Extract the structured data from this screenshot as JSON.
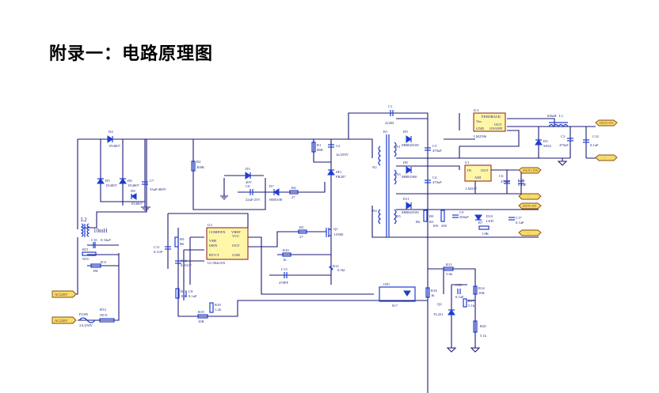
{
  "title": "附录一：电路原理图",
  "schematic": {
    "inputs": {
      "ac1": "AC220V",
      "ac2": "AC220V"
    },
    "outputs": {
      "out1": "OUT+5V",
      "gnd1": "-",
      "out2": "OUT+15V",
      "gnd2": "-",
      "out3": "OUT+5V",
      "gnd3": "-"
    },
    "parts": {
      "D4": [
        "D4",
        "1N4007"
      ],
      "D5": [
        "D5",
        "1N4007"
      ],
      "D6": [
        "D6",
        "1N4007"
      ],
      "D8": [
        "D8",
        "1N4007"
      ],
      "C7": [
        "C7",
        "33uF/400V"
      ],
      "L2": [
        "L2",
        "10mH"
      ],
      "C10": [
        "C10",
        "0.33uF"
      ],
      "RT1": [
        "RT1",
        "NTC"
      ],
      "R11a": [
        "R11",
        "1M"
      ],
      "FUSE": [
        "FUSE",
        "2A/250V"
      ],
      "RT2": [
        "RT2",
        "5D-9"
      ],
      "R2": [
        "R2",
        "300K"
      ],
      "D3": [
        "D3",
        "20V"
      ],
      "C8a": [
        "C8",
        "22uF/25V"
      ],
      "D7": [
        "D7",
        "HER108"
      ],
      "R4": [
        "R4",
        "27"
      ],
      "R1": [
        "R1",
        "68K"
      ],
      "C2": [
        "C2",
        "1n/250V"
      ],
      "SF1": [
        "SF1",
        "FR207"
      ],
      "U3": [
        "U3",
        "UC3842AN"
      ],
      "U3pins": [
        "COMP/EN",
        "VFB",
        "ISEN",
        "RT/CT",
        "VREF",
        "VCC",
        "OUT",
        "GND"
      ],
      "C11": [
        "C11",
        "0.1UF"
      ],
      "R9": [
        "R9",
        "8K"
      ],
      "C12": [
        "C12",
        "0.01UF"
      ],
      "R13": [
        "R13",
        "10K"
      ],
      "C8b": [
        "C8",
        "0.1uF"
      ],
      "R18": [
        "R18",
        "1.2k"
      ],
      "R19": [
        "R19",
        "10K"
      ],
      "R5": [
        "R5",
        "27"
      ],
      "Q1": [
        "Q1",
        "11N60"
      ],
      "R10": [
        "R10",
        "1k"
      ],
      "R12": [
        "R12",
        "0.5Ω"
      ],
      "C13": [
        "C13",
        "470PF"
      ],
      "C1": [
        "C1",
        "222M"
      ],
      "B1": [
        "B1"
      ],
      "N1": "N1",
      "N2": "N2",
      "N3": "N3",
      "N4": "N4",
      "N5": "N5",
      "D9": [
        "D9",
        "MBR20100"
      ],
      "C5": [
        "C5",
        "470uF"
      ],
      "D8b": [
        "D8",
        "MBR1060"
      ],
      "C4": [
        "C4",
        "470uF"
      ],
      "D11": [
        "D11",
        "MBR20100"
      ],
      "R6": [
        "R6"
      ],
      "R0": [
        "R0",
        "100"
      ],
      "R3": [
        "R3",
        "200"
      ],
      "C9": [
        "C9",
        "560uF"
      ],
      "D10": [
        "D10",
        "LED"
      ],
      "R7": [
        "R7",
        "1.8K"
      ],
      "C17": [
        "C17",
        "0.1uF"
      ],
      "IC1": [
        "IC1",
        "LM2596"
      ],
      "IC1pins": [
        "FEEDBACK",
        "Vin",
        "OUT",
        "GND",
        "ON/OFF"
      ],
      "L1": [
        "L1",
        "100uH"
      ],
      "D2": [
        "D2",
        "SS54"
      ],
      "C3": [
        "C3",
        "470uF"
      ],
      "C14": [
        "C14",
        "0.1uF"
      ],
      "U1": [
        "U1",
        "LM317"
      ],
      "U1pins": [
        "IN",
        "OUT",
        "ADJ"
      ],
      "C6": [
        "C6",
        "470uF"
      ],
      "C16": [
        "C16",
        "0.1uF"
      ],
      "OP1": [
        "OP1",
        "817"
      ],
      "R16": [
        "R16",
        "1k"
      ],
      "Q2": [
        "Q2",
        "TL431"
      ],
      "C18": [
        "C18",
        "0.1uF"
      ],
      "R17": [
        "R17",
        "5.1k"
      ],
      "R11b": [
        "R11",
        "5.6k"
      ],
      "R14": [
        "R14",
        "10K"
      ],
      "R20": [
        "R20",
        "5.1k"
      ]
    }
  }
}
